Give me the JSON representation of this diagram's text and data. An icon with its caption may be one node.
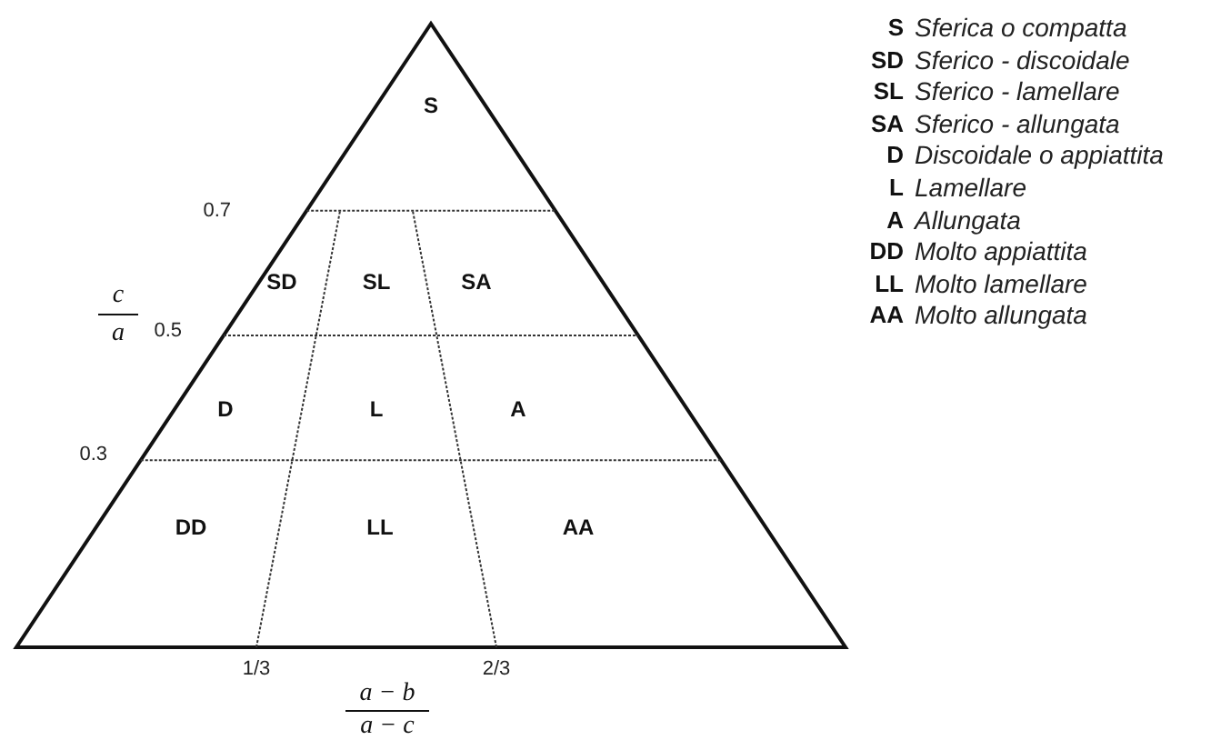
{
  "diagram": {
    "labels": [
      "S",
      "Sferica o compatta",
      "SD",
      "Sferico - discoidale",
      "SL",
      "Sferico - lamellare",
      "SA",
      "Sferico - allungata",
      "D",
      "Discoidale o appiattita",
      "L",
      "Lamellare",
      "A",
      "Allungata",
      "DD",
      "Molto appiattita",
      "LL",
      "Molto lamellare",
      "AA",
      "Molto allungata",
      "S",
      "0.7",
      "SD",
      "SL",
      "SA",
      "c",
      "a",
      "0.5",
      "D",
      "L",
      "A",
      "0.3",
      "DD",
      "LL",
      "AA",
      "1/3",
      "2/3",
      "a − b",
      "a − c"
    ]
  }
}
